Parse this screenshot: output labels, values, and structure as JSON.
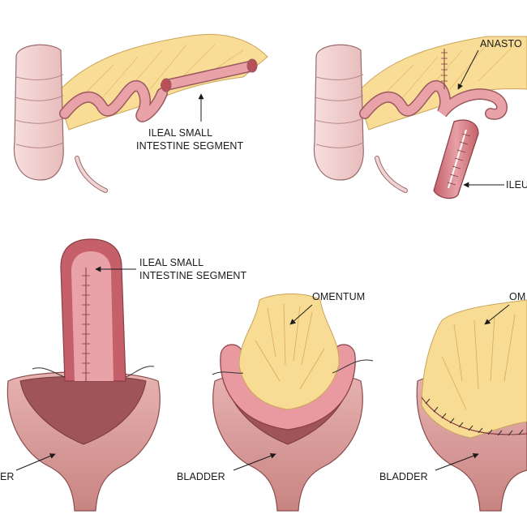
{
  "labels": {
    "p1_segment_line1": "ILEAL SMALL",
    "p1_segment_line2": "INTESTINE SEGMENT",
    "p2_anastomosis": "ANASTO",
    "p2_ileum": "ILEU",
    "p3_segment_line1": "ILEAL SMALL",
    "p3_segment_line2": "INTESTINE SEGMENT",
    "p3_bladder": "ER",
    "p4_omentum": "OMENTUM",
    "p4_bladder": "BLADDER",
    "p5_omentum": "OM",
    "p5_bladder": "BLADDER"
  },
  "colors": {
    "intestine_fill": "#f2d3d3",
    "intestine_stroke": "#9a6a6a",
    "mesentery": "#f9dc96",
    "ileum": "#e9a2a8",
    "ileum_dark": "#b8505a",
    "bladder": "#d99e9d",
    "bladder_inner": "#9f5457",
    "omentum": "#f8dc94"
  }
}
